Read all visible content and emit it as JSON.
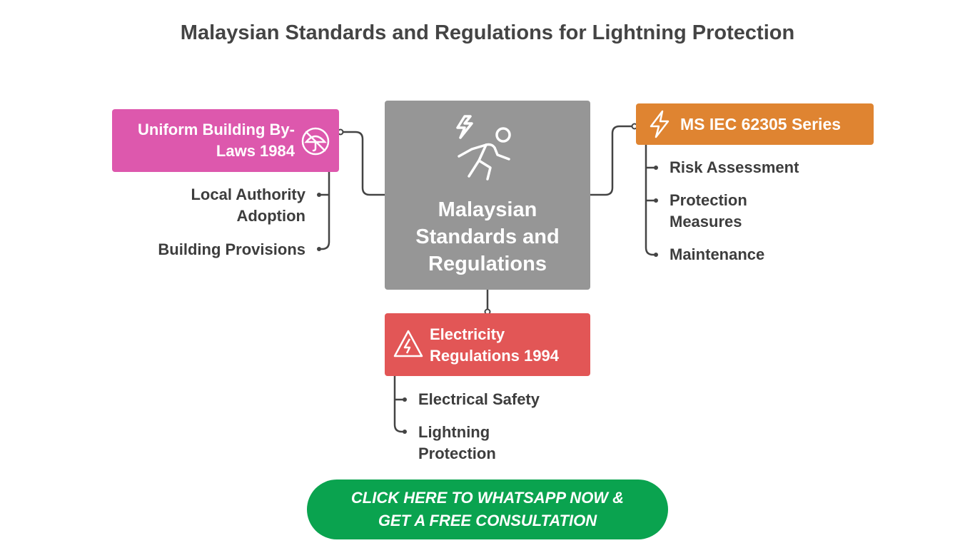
{
  "title": "Malaysian Standards and Regulations for Lightning Protection",
  "center": {
    "label": "Malaysian Standards and Regulations",
    "icon": "lightning-strike-person-icon",
    "color": "#969696"
  },
  "branches": {
    "left": {
      "label": "Uniform Building By-Laws 1984",
      "icon": "no-umbrella-icon",
      "color": "#dd58ad",
      "items": [
        "Local Authority Adoption",
        "Building Provisions"
      ]
    },
    "right": {
      "label": "MS IEC 62305 Series",
      "icon": "lightning-bolt-icon",
      "color": "#df8431",
      "items": [
        "Risk Assessment",
        "Protection Measures",
        "Maintenance"
      ]
    },
    "bottom": {
      "label": "Electricity Regulations 1994",
      "icon": "electric-warning-icon",
      "color": "#e25656",
      "items": [
        "Electrical Safety",
        "Lightning Protection"
      ]
    }
  },
  "cta": {
    "line1": "CLICK HERE TO WHATSAPP NOW &",
    "line2": "GET A FREE CONSULTATION",
    "color": "#0aa34f"
  }
}
